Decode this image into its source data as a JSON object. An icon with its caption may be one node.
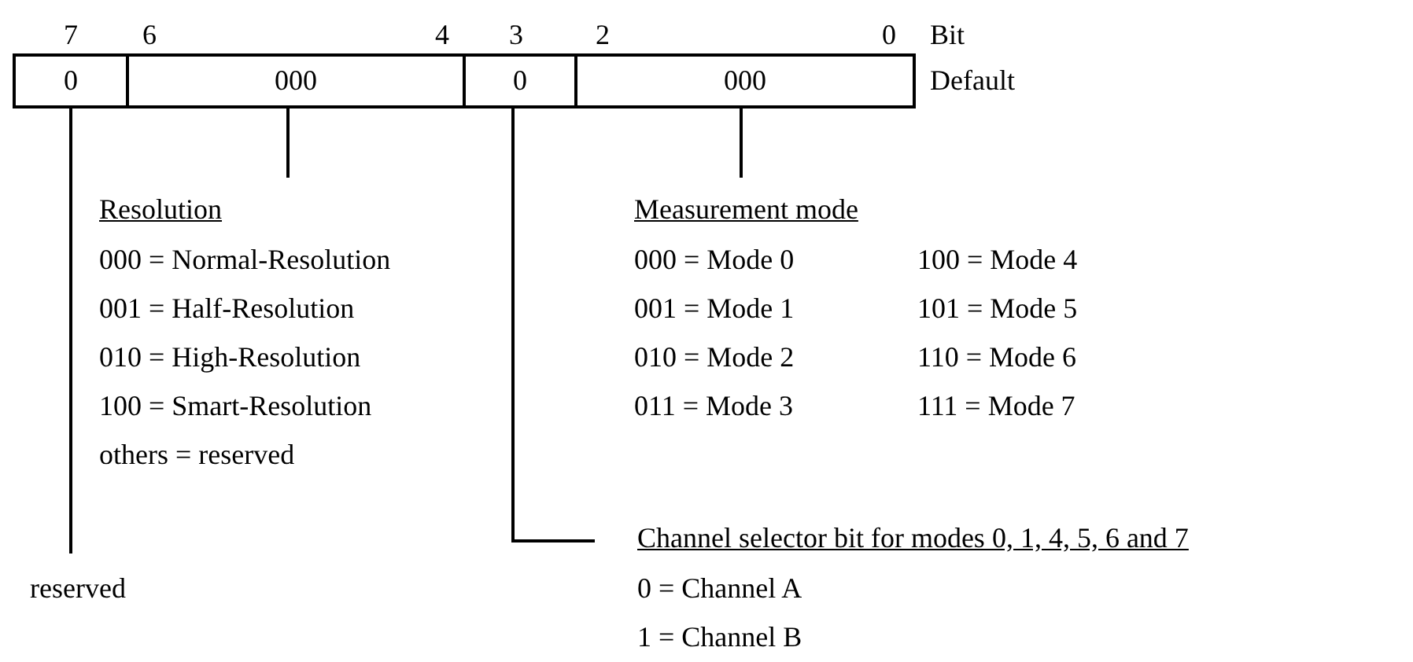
{
  "diagram": {
    "nodes": [
      {
        "text": [
          "0"
        ]
      },
      {
        "text": [
          "000"
        ]
      },
      {
        "text": [
          "0"
        ]
      },
      {
        "text": [
          "000"
        ]
      },
      {
        "text": [
          "reserved"
        ]
      },
      {
        "text": [
          "Resolution",
          "000 = Normal-Resolution",
          "001 = Half-Resolution",
          "010 = High-Resolution",
          "100 = Smart-Resolution",
          "others = reserved"
        ]
      },
      {
        "text": [
          "Measurement mode",
          "000 = Mode 0",
          "100 = Mode 4",
          "001 = Mode 1",
          "101 = Mode 5",
          "010 = Mode 2",
          "110 = Mode 6",
          "011 = Mode 3",
          "111 = Mode 7"
        ]
      },
      {
        "text": [
          "Channel selector bit for modes 0, 1, 4, 5, 6 and 7",
          "0 = Channel A",
          "1 = Channel B"
        ]
      }
    ],
    "edges": [
      {
        "from": 0,
        "to": 4,
        "arrow": "none"
      },
      {
        "from": 1,
        "to": 5,
        "arrow": "none"
      },
      {
        "from": 2,
        "to": 7,
        "arrow": "none"
      },
      {
        "from": 3,
        "to": 6,
        "arrow": "none"
      }
    ],
    "labels": [
      "7",
      "6",
      "4",
      "3",
      "2",
      "0",
      "Bit",
      "Default"
    ]
  }
}
